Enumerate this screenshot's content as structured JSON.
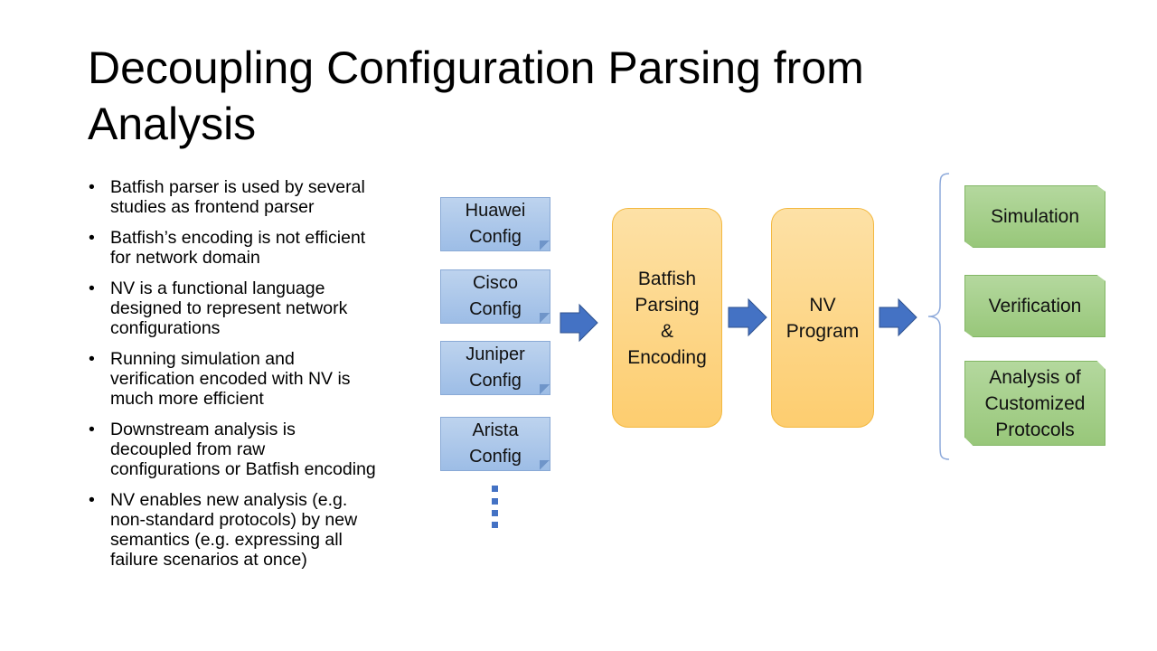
{
  "slide": {
    "title": "Decoupling Configuration Parsing from Analysis",
    "bullet_glyph": "•",
    "bullets": [
      "Batfish parser is used by several studies as frontend parser",
      "Batfish’s encoding is not efficient for network domain",
      "NV is a functional language designed to represent network configurations",
      "Running simulation and verification encoded with NV is much more efficient",
      "Downstream analysis is decoupled from raw configurations or Batfish encoding",
      "NV enables new analysis (e.g. non-standard protocols) by new semantics (e.g. expressing all failure scenarios at once)"
    ]
  },
  "diagram": {
    "configs": [
      "Huawei\nConfig",
      "Cisco\nConfig",
      "Juniper\nConfig",
      "Arista\nConfig"
    ],
    "parser": "Batfish\nParsing\n&\nEncoding",
    "program": "NV\nProgram",
    "outputs": [
      "Simulation",
      "Verification",
      "Analysis of\nCustomized\nProtocols"
    ],
    "colors": {
      "config_fill": "#a9c6ea",
      "arrow": "#4472c4",
      "orange_fill": "#fdd88e",
      "green_fill": "#a8d08d",
      "bracket": "#8eaadb"
    }
  }
}
